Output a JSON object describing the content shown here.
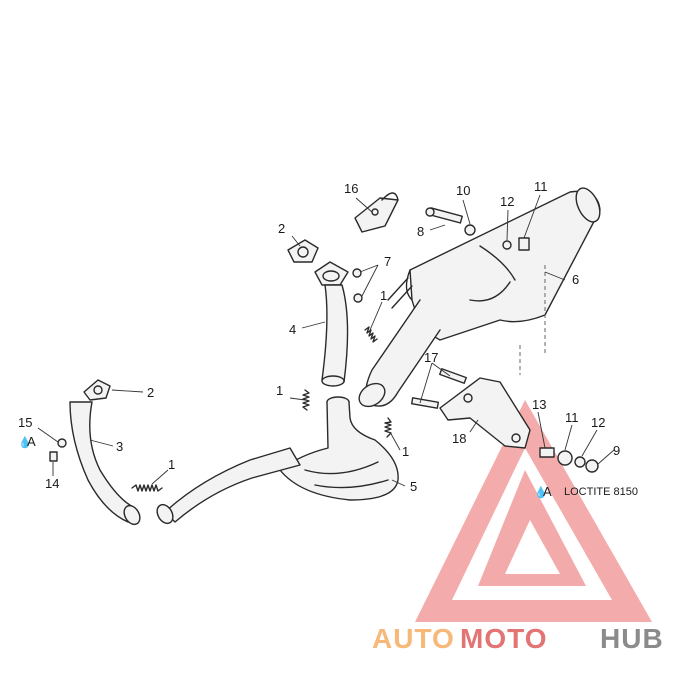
{
  "callouts": {
    "c16": "16",
    "c10": "10",
    "c11a": "11",
    "c12a": "12",
    "c8": "8",
    "c2a": "2",
    "c7": "7",
    "c6": "6",
    "c1a": "1",
    "c4": "4",
    "c17": "17",
    "c13": "13",
    "c11b": "11",
    "c12b": "12",
    "c9": "9",
    "c18": "18",
    "c1b": "1",
    "c1c": "1",
    "c5": "5",
    "c1d": "1",
    "c2b": "2",
    "c15": "15",
    "c3": "3",
    "c14": "14"
  },
  "notes": {
    "loctite_left": "A",
    "loctite_right": "A",
    "loctite_label": "LOCTITE 8150"
  },
  "watermark": {
    "part1": "AUTO",
    "part2": "MOTO",
    "part3": "HUB",
    "colors": {
      "auto": "#f6b26b",
      "moto": "#e06666",
      "hub": "#7f7f7f",
      "logo": "#e84a4a"
    }
  }
}
